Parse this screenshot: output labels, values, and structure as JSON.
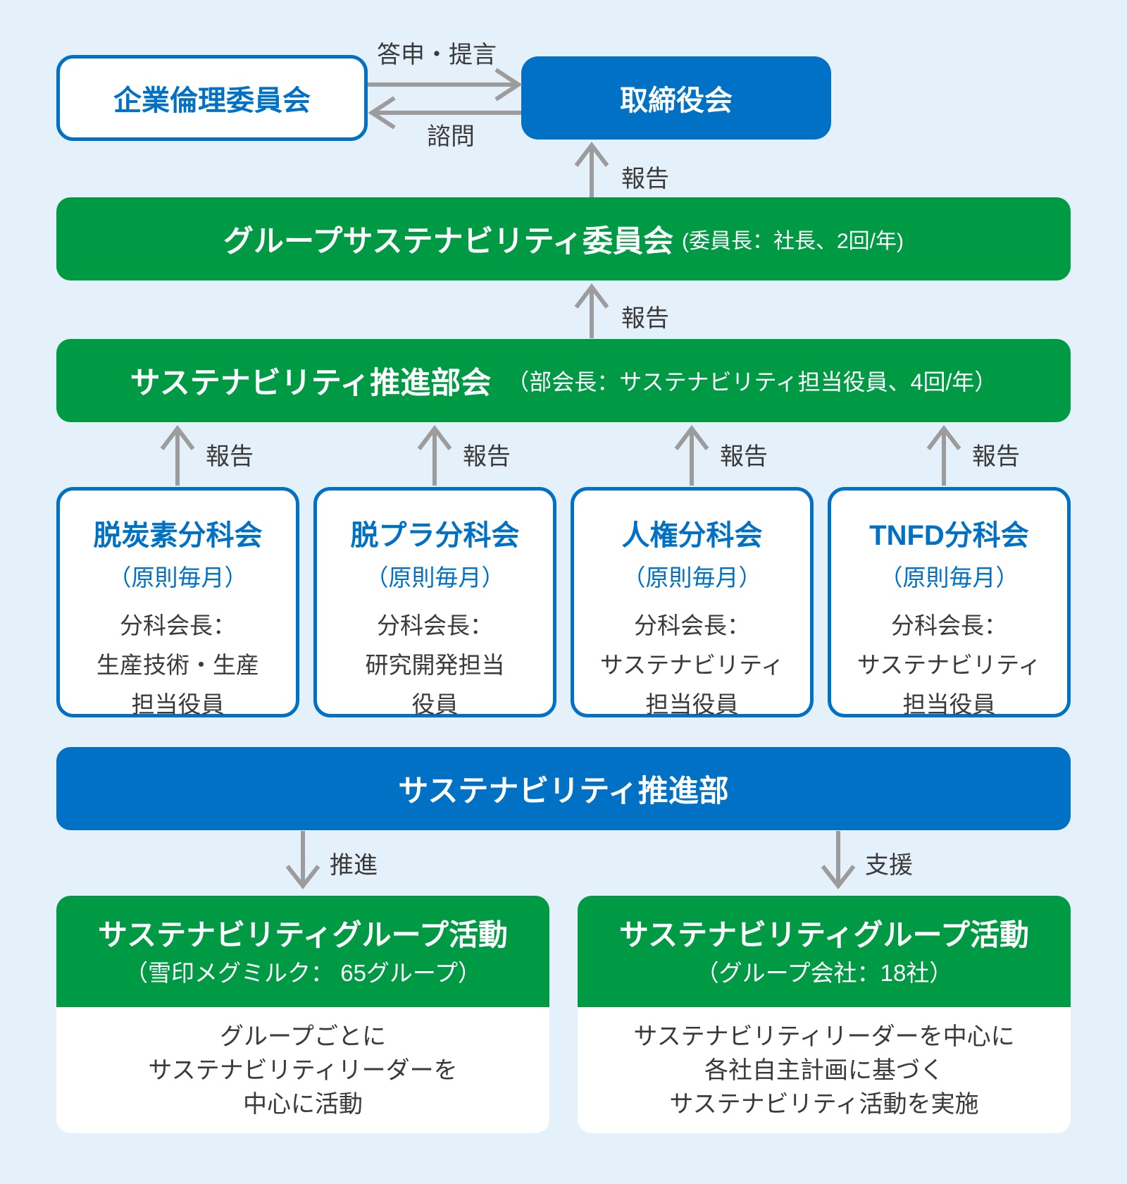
{
  "colors": {
    "background": "#E4F1FA",
    "blue": "#0071C5",
    "green": "#009A44",
    "arrow_gray": "#9C9C9C",
    "text_dark": "#3A3A3A"
  },
  "top": {
    "ethics_box": "企業倫理委員会",
    "board_box": "取締役会",
    "arrow_to_board_label": "答申・提言",
    "arrow_to_ethics_label": "諮問",
    "report_label": "報告"
  },
  "committee_bar": {
    "title": "グループサステナビリティ委員会",
    "note": "(委員長：社長、2回/年)",
    "report_label": "報告"
  },
  "subcommittee_bar": {
    "title": "サステナビリティ推進部会",
    "note": "（部会長：サステナビリティ担当役員、4回/年）"
  },
  "subcommittees": [
    {
      "title": "脱炭素分科会",
      "frequency": "（原則毎月）",
      "chair_lines": [
        "分科会長：",
        "生産技術・生産",
        "担当役員"
      ],
      "report_label": "報告"
    },
    {
      "title": "脱プラ分科会",
      "frequency": "（原則毎月）",
      "chair_lines": [
        "分科会長：",
        "研究開発担当",
        "役員"
      ],
      "report_label": "報告"
    },
    {
      "title": "人権分科会",
      "frequency": "（原則毎月）",
      "chair_lines": [
        "分科会長：",
        "サステナビリティ",
        "担当役員"
      ],
      "report_label": "報告"
    },
    {
      "title": "TNFD分科会",
      "frequency": "（原則毎月）",
      "chair_lines": [
        "分科会長：",
        "サステナビリティ",
        "担当役員"
      ],
      "report_label": "報告"
    }
  ],
  "promotion_bar": {
    "title": "サステナビリティ推進部"
  },
  "bottom": {
    "left": {
      "arrow_label": "推進",
      "title": "サステナビリティグループ活動",
      "subtitle": "（雪印メグミルク： 65グループ）",
      "body_lines": [
        "グループごとに",
        "サステナビリティリーダーを",
        "中心に活動"
      ]
    },
    "right": {
      "arrow_label": "支援",
      "title": "サステナビリティグループ活動",
      "subtitle": "（グループ会社：18社）",
      "body_lines": [
        "サステナビリティリーダーを中心に",
        "各社自主計画に基づく",
        "サステナビリティ活動を実施"
      ]
    }
  }
}
